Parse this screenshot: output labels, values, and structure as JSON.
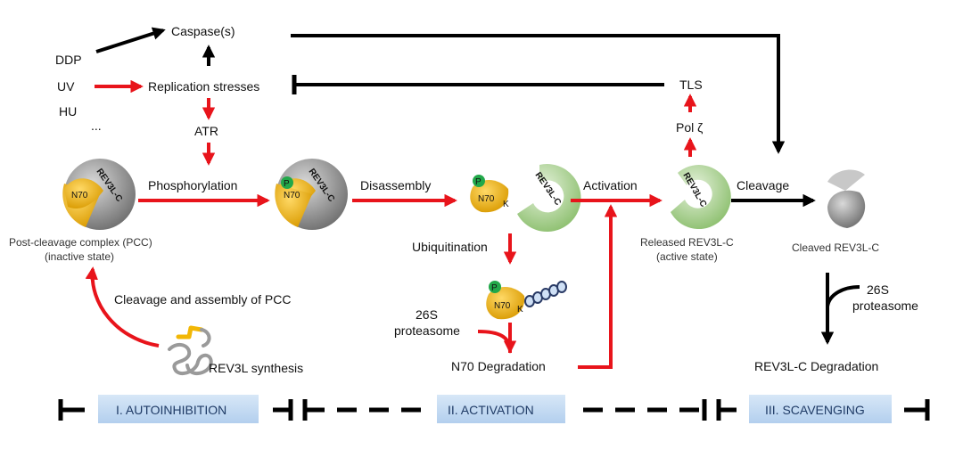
{
  "stimuli": {
    "ddp": "DDP",
    "uv": "UV",
    "hu": "HU",
    "more": "..."
  },
  "nodes": {
    "caspase": "Caspase(s)",
    "replication_stresses": "Replication stresses",
    "atr": "ATR",
    "tls": "TLS",
    "pol_zeta": "Pol ζ",
    "n70_degradation": "N70 Degradation",
    "rev3l_c_degradation": "REV3L-C Degradation",
    "proteasome_left_1": "26S",
    "proteasome_left_2": "proteasome",
    "proteasome_right_1": "26S",
    "proteasome_right_2": "proteasome",
    "rev3l_synthesis": "REV3L synthesis",
    "cleavage_assembly": "Cleavage and assembly of PCC"
  },
  "steps": {
    "phosphorylation": "Phosphorylation",
    "disassembly": "Disassembly",
    "activation": "Activation",
    "cleavage": "Cleavage",
    "ubiquitination": "Ubiquitination"
  },
  "states": {
    "pcc_1": "Post-cleavage complex (PCC)",
    "pcc_2": "(inactive state)",
    "released_1": "Released REV3L-C",
    "released_2": "(active state)",
    "cleaved": "Cleaved REV3L-C"
  },
  "molecules": {
    "n70": "N70",
    "rev3l_c": "REV3L-C",
    "phospho": "P",
    "lys": "K"
  },
  "phases": [
    {
      "label": "I. AUTOINHIBITION"
    },
    {
      "label": "II. ACTIVATION"
    },
    {
      "label": "III. SCAVENGING"
    }
  ],
  "colors": {
    "activating_arrow": "#e8141b",
    "inhibiting_arrow": "#000000",
    "n70_yellow": "#f2b705",
    "rev3l_gray": "#8a8a8a",
    "rev3l_green": "#a9d18e",
    "phospho_green": "#22a84a",
    "phase_box": "#c6dcf2"
  }
}
